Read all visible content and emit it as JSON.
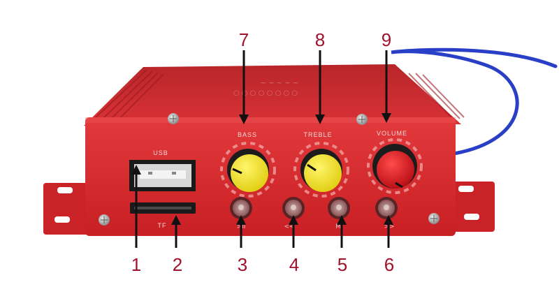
{
  "device": {
    "port_labels": {
      "usb": "USB",
      "tf": "TF"
    },
    "knobs": [
      {
        "name": "bass-knob",
        "label": "BASS",
        "cap_color": "#f2e21c"
      },
      {
        "name": "treble-knob",
        "label": "TREBLE",
        "cap_color": "#f2e21c"
      },
      {
        "name": "volume-knob",
        "label": "VOLUME",
        "cap_color": "#d8141f"
      }
    ],
    "buttons": [
      {
        "name": "play-pause-button",
        "symbol": ">II"
      },
      {
        "name": "previous-button",
        "symbol": "<<"
      },
      {
        "name": "mode-button",
        "symbol": "M"
      },
      {
        "name": "next-button",
        "symbol": ">>"
      }
    ],
    "body_color": "#d4282c",
    "wire_color": "#2a3fc7"
  },
  "callouts": {
    "bottom": [
      "1",
      "2",
      "3",
      "4",
      "5",
      "6"
    ],
    "top": [
      "7",
      "8",
      "9"
    ],
    "color": "#a0122a"
  }
}
